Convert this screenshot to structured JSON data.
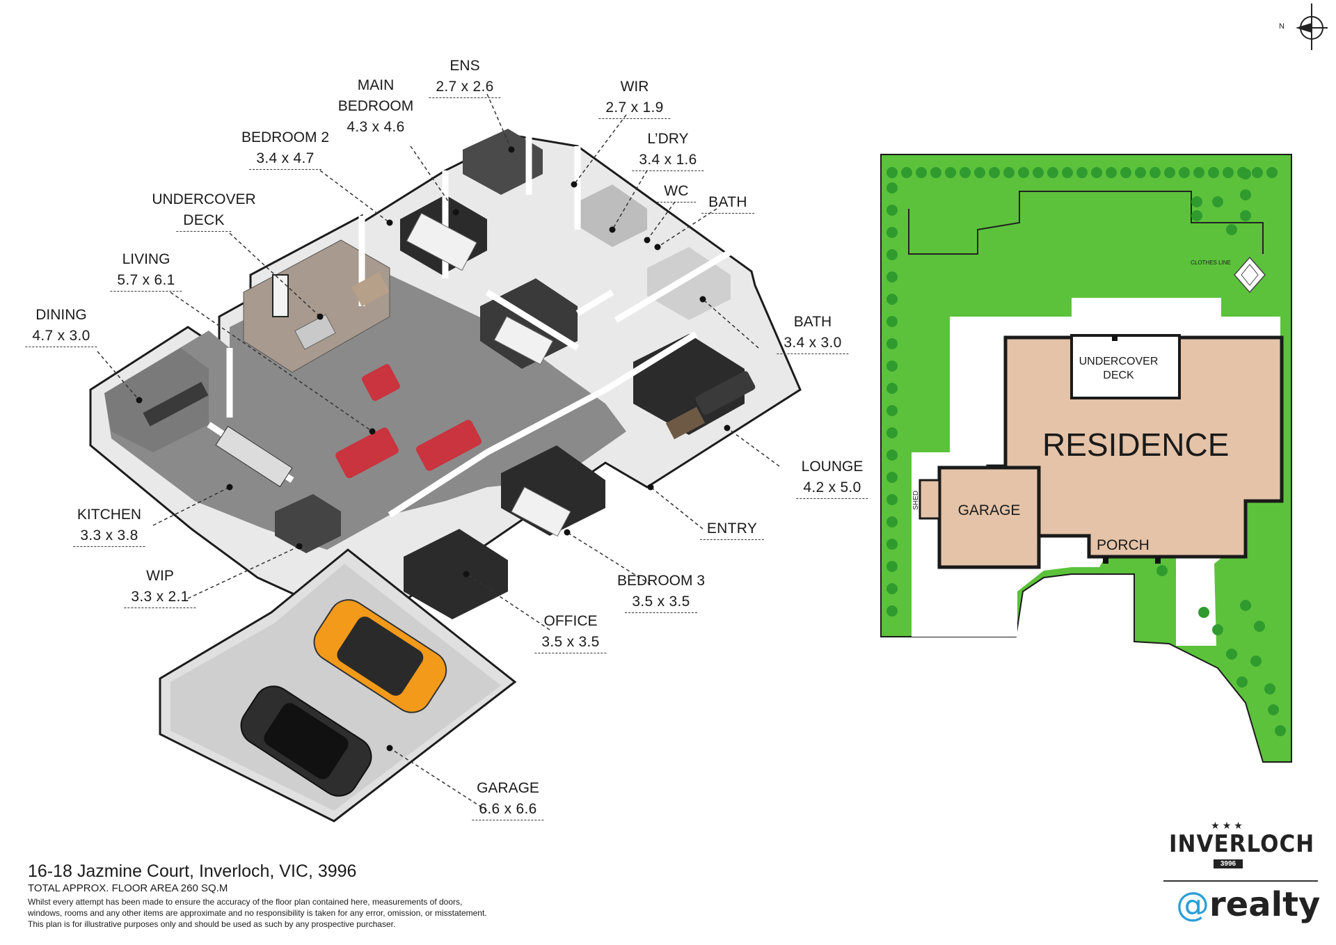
{
  "rooms": [
    {
      "key": "ens",
      "name": "ENS",
      "dim": "2.7 x 2.6"
    },
    {
      "key": "main-bedroom",
      "name": "MAIN BEDROOM",
      "name2": "BEDROOM",
      "name1": "MAIN",
      "dim": "4.3 x 4.6"
    },
    {
      "key": "wir",
      "name": "WIR",
      "dim": "2.7 x 1.9"
    },
    {
      "key": "ldry",
      "name": "L’DRY",
      "dim": "3.4 x 1.6"
    },
    {
      "key": "bedroom-2",
      "name": "BEDROOM 2",
      "dim": "3.4 x 4.7"
    },
    {
      "key": "wc",
      "name": "WC",
      "dim": ""
    },
    {
      "key": "bath-top",
      "name": "BATH",
      "dim": ""
    },
    {
      "key": "undercover-deck",
      "name1": "UNDERCOVER",
      "name2": "DECK",
      "dim": ""
    },
    {
      "key": "living",
      "name": "LIVING",
      "dim": "5.7 x 6.1"
    },
    {
      "key": "dining",
      "name": "DINING",
      "dim": "4.7 x 3.0"
    },
    {
      "key": "bath",
      "name": "BATH",
      "dim": "3.4 x 3.0"
    },
    {
      "key": "lounge",
      "name": "LOUNGE",
      "dim": "4.2 x 5.0"
    },
    {
      "key": "kitchen",
      "name": "KITCHEN",
      "dim": "3.3 x 3.8"
    },
    {
      "key": "entry",
      "name": "ENTRY",
      "dim": ""
    },
    {
      "key": "wip",
      "name": "WIP",
      "dim": "3.3 x 2.1"
    },
    {
      "key": "bedroom-3",
      "name": "BEDROOM 3",
      "dim": "3.5 x 3.5"
    },
    {
      "key": "office",
      "name": "OFFICE",
      "dim": "3.5 x 3.5"
    },
    {
      "key": "garage",
      "name": "GARAGE",
      "dim": "6.6 x 6.6"
    }
  ],
  "site_plan": {
    "compass": "N",
    "clothes_line": "CLOTHES LINE",
    "undercover_deck": [
      "UNDERCOVER",
      "DECK"
    ],
    "residence": "RESIDENCE",
    "garage": "GARAGE",
    "shed": "SHED",
    "porch": "PORCH",
    "colors": {
      "lawn": "#5cc23b",
      "residence": "#e4c3a8",
      "outline": "#1a1a1a",
      "tree": "#2f9b2f"
    }
  },
  "footer": {
    "address": "16-18 Jazmine Court, Inverloch, VIC, 3996",
    "floor_area": "TOTAL APPROX. FLOOR AREA 260 SQ.M",
    "disclaimer": [
      "Whilst every attempt has been made to ensure the accuracy of the floor plan contained here, measurements of doors,",
      "windows, rooms and any other items are approximate and no responsibility is taken for any error, omission, or misstatement.",
      "This plan is for illustrative purposes only and should be used as such by any prospective purchaser."
    ]
  },
  "branding": {
    "logo_town": "INVERLOCH",
    "logo_postcode": "3996",
    "agency_at": "@",
    "agency_name": "realty",
    "accent": "#2a9fd8"
  }
}
